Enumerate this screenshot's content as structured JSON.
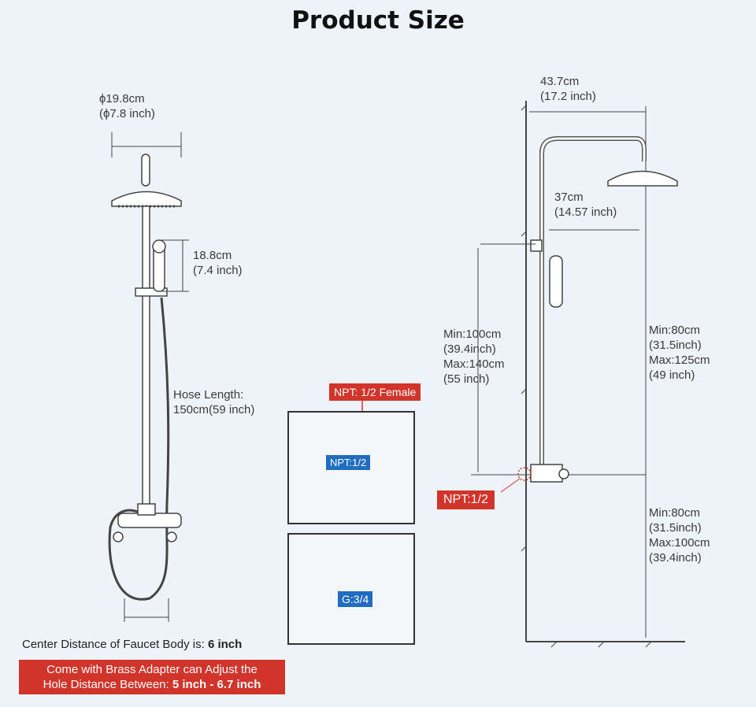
{
  "title": "Product Size",
  "left": {
    "head_diameter": [
      "ϕ19.8cm",
      "(ϕ7.8 inch)"
    ],
    "handheld_length": [
      "18.8cm",
      "(7.4 inch)"
    ],
    "hose_length": [
      "Hose Length:",
      "150cm(59 inch)"
    ]
  },
  "right": {
    "arm_length": [
      "43.7cm",
      "(17.2 inch)"
    ],
    "head_offset": [
      "37cm",
      "(14.57 inch)"
    ],
    "slide_height": [
      "Min:100cm",
      "(39.4inch)",
      "Max:140cm",
      "(55 inch)"
    ],
    "head_height": [
      "Min:80cm",
      "(31.5inch)",
      "Max:125cm",
      "(49 inch)"
    ],
    "valve_height": [
      "Min:80cm",
      "(31.5inch)",
      "Max:100cm",
      "(39.4inch)"
    ],
    "inlet_tag": "NPT:1/2"
  },
  "detail": {
    "female_tag": "NPT: 1/2 Female",
    "npt_tag": "NPT:1/2",
    "g_tag": "G:3/4"
  },
  "note": {
    "prefix": "Center Distance of Faucet Body is: ",
    "value": "6 inch"
  },
  "banner": {
    "line1": "Come with Brass Adapter can Adjust the",
    "line2_prefix": "Hole Distance Between: ",
    "line2_value": "5 inch - 6.7 inch"
  },
  "colors": {
    "red": "#d0342a",
    "blue": "#1f6cc0",
    "background": "#eef3f9"
  }
}
